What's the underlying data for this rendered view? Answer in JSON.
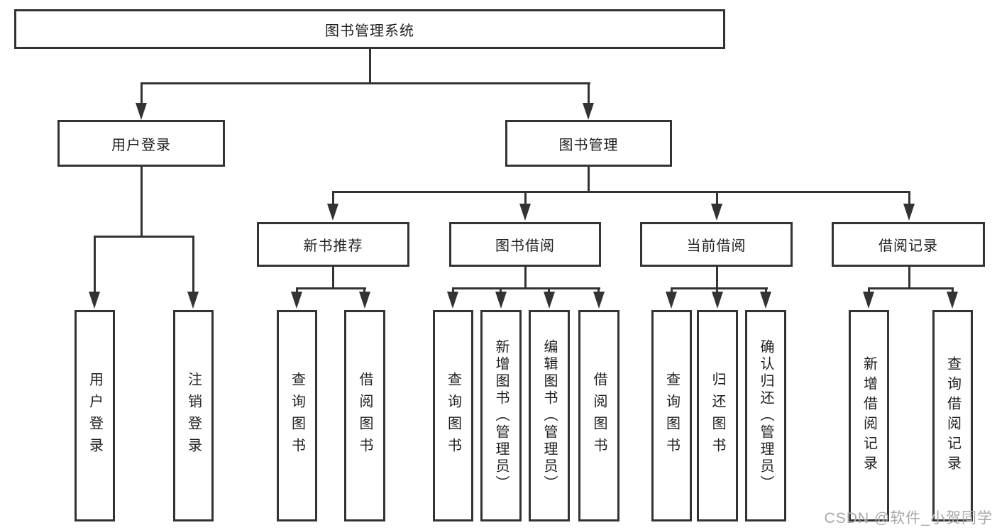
{
  "hierarchy": {
    "label": "图书管理系统",
    "children": [
      {
        "label": "用户登录",
        "children": [
          {
            "label": "用户登录"
          },
          {
            "label": "注销登录"
          }
        ]
      },
      {
        "label": "图书管理",
        "children": [
          {
            "label": "新书推荐",
            "children": [
              {
                "label": "查询图书"
              },
              {
                "label": "借阅图书"
              }
            ]
          },
          {
            "label": "图书借阅",
            "children": [
              {
                "label": "查询图书"
              },
              {
                "label": "新增图书（管理员）"
              },
              {
                "label": "编辑图书（管理员）"
              },
              {
                "label": "借阅图书"
              }
            ]
          },
          {
            "label": "当前借阅",
            "children": [
              {
                "label": "查询图书"
              },
              {
                "label": "归还图书"
              },
              {
                "label": "确认归还（管理员）"
              }
            ]
          },
          {
            "label": "借阅记录",
            "children": [
              {
                "label": "新增借阅记录"
              },
              {
                "label": "查询借阅记录"
              }
            ]
          }
        ]
      }
    ]
  },
  "watermark": {
    "text": "CSDN @软件_小贺同学"
  },
  "colors": {
    "line": "#333333",
    "box_border": "#333333",
    "text": "#1f1f1f",
    "background": "#ffffff",
    "watermark": "#a8a8a8"
  }
}
